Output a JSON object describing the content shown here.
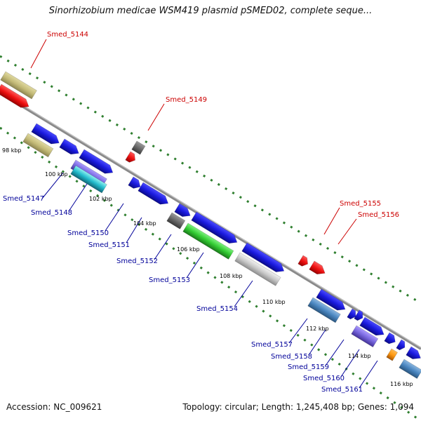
{
  "title": "Sinorhizobium medicae WSM419 plasmid pSMED02, complete seque...",
  "accession": "Accession: NC_009621",
  "summary": "Topology: circular; Length: 1,245,408 bp; Genes: 1,094",
  "colors": {
    "backbone": "#8a8a8a",
    "tick_dots": "#2f7f2f",
    "forward_gene": "#1a1add",
    "highlight_gene": "#ee1111",
    "label_red": "#cc0000",
    "label_blue": "#000099"
  },
  "scale_ticks": [
    "98 kbp",
    "100 kbp",
    "102 kbp",
    "104 kbp",
    "106 kbp",
    "108 kbp",
    "110 kbp",
    "112 kbp",
    "114 kbp",
    "116 kbp"
  ],
  "gene_labels_top": [
    "Smed_5144",
    "Smed_5149",
    "Smed_5155",
    "Smed_5156"
  ],
  "gene_labels_bottom": [
    "Smed_5147",
    "Smed_5148",
    "Smed_5150",
    "Smed_5151",
    "Smed_5152",
    "Smed_5153",
    "Smed_5154",
    "Smed_5157",
    "Smed_5158",
    "Smed_5159",
    "Smed_5160",
    "Smed_5161"
  ]
}
